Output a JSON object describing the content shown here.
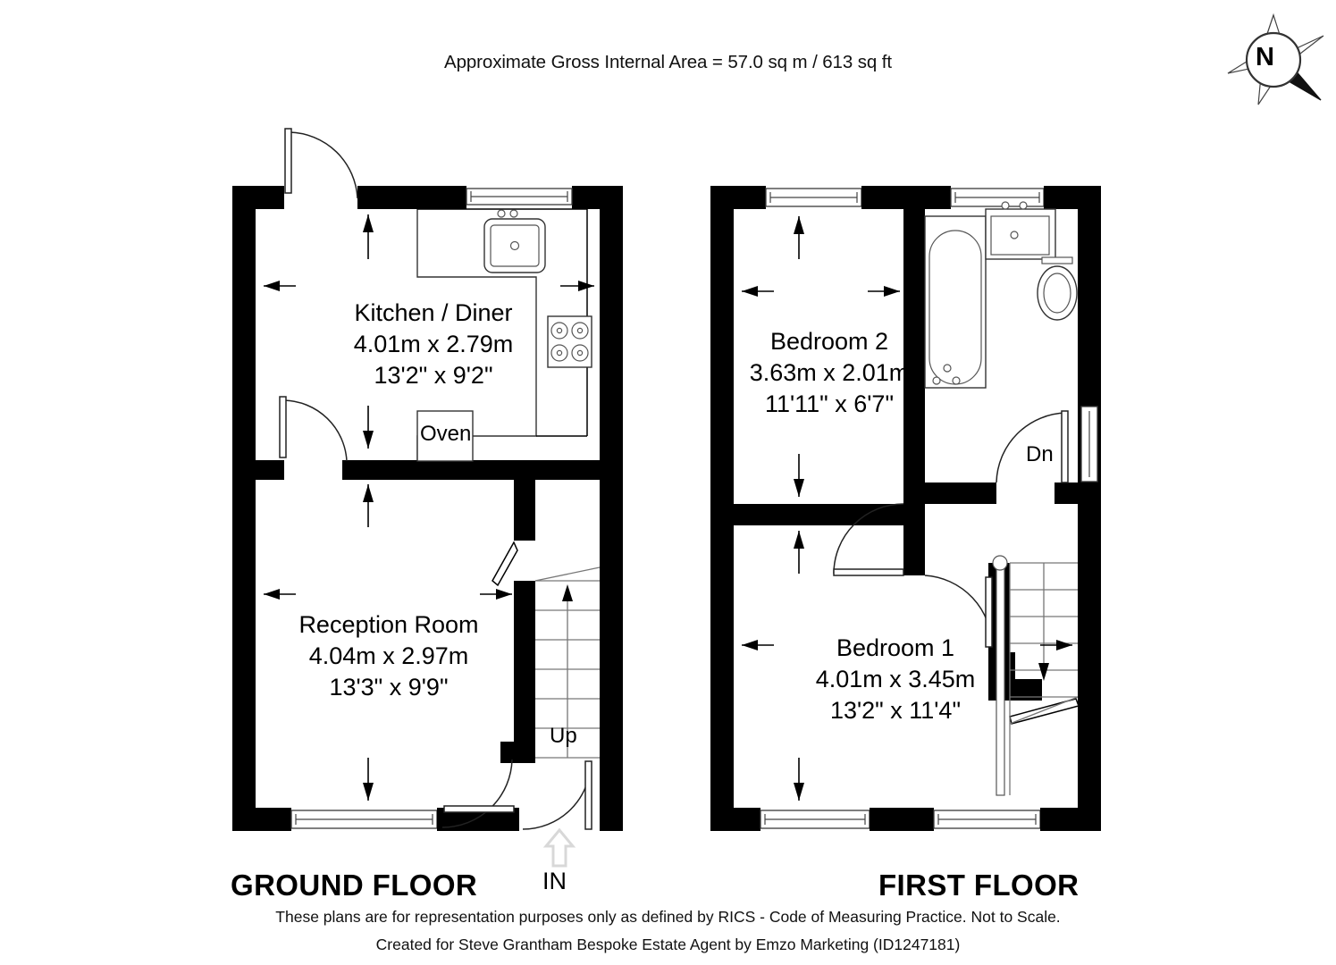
{
  "header": {
    "area_text": "Approximate Gross Internal Area = 57.0 sq m / 613 sq ft"
  },
  "compass": {
    "north_label": "N",
    "icon": "compass-rose-icon"
  },
  "ground_floor": {
    "title": "GROUND FLOOR",
    "entry_label": "IN",
    "stair_label": "Up",
    "rooms": [
      {
        "name": "Kitchen / Diner",
        "dim_metric": "4.01m x 2.79m",
        "dim_imperial": "13'2\" x 9'2\""
      },
      {
        "name": "Reception Room",
        "dim_metric": "4.04m x 2.97m",
        "dim_imperial": "13'3\" x 9'9\""
      }
    ],
    "fixtures": [
      {
        "label": "Oven",
        "name": "oven-label"
      },
      {
        "label": "",
        "name": "sink-icon"
      },
      {
        "label": "",
        "name": "hob-icon"
      }
    ]
  },
  "first_floor": {
    "title": "FIRST FLOOR",
    "stair_label": "Dn",
    "rooms": [
      {
        "name": "Bedroom 2",
        "dim_metric": "3.63m x 2.01m",
        "dim_imperial": "11'11\" x 6'7\""
      },
      {
        "name": "Bedroom 1",
        "dim_metric": "4.01m x 3.45m",
        "dim_imperial": "13'2\" x 11'4\""
      }
    ],
    "fixtures": [
      {
        "label": "",
        "name": "bathtub-icon"
      },
      {
        "label": "",
        "name": "washbasin-icon"
      },
      {
        "label": "",
        "name": "toilet-icon"
      }
    ]
  },
  "footer": {
    "line1": "These plans are for representation purposes only as defined by RICS - Code of Measuring Practice. Not to Scale.",
    "line2": "Created for Steve Grantham Bespoke Estate Agent by Emzo Marketing (ID1247181)"
  },
  "colors": {
    "wall": "#000000",
    "background": "#ffffff",
    "text": "#000000",
    "fixture_stroke": "#333333",
    "stair_stroke": "#777777",
    "in_arrow": "#d8d8d8"
  }
}
